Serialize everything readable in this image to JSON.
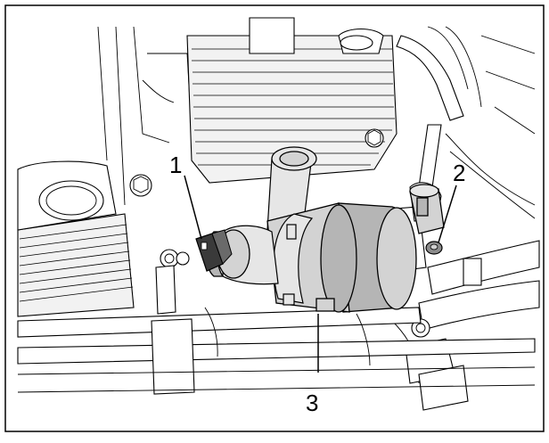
{
  "callouts": [
    {
      "number": "1",
      "part": "connector"
    },
    {
      "number": "2",
      "part": "mounting-nut"
    },
    {
      "number": "3",
      "part": "coolant-pump"
    }
  ]
}
